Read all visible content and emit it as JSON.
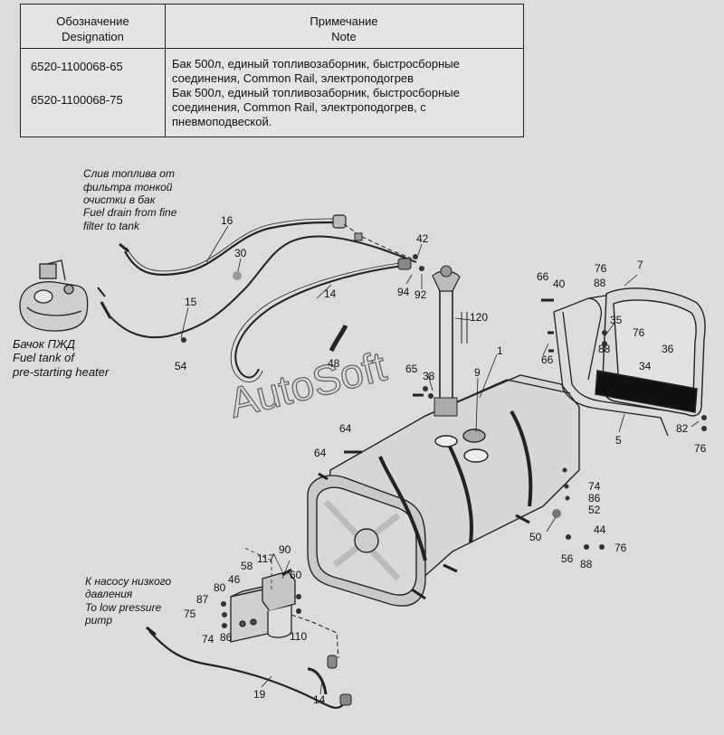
{
  "table": {
    "headers": {
      "designation_ru": "Обозначение",
      "designation_en": "Designation",
      "note_ru": "Примечание",
      "note_en": "Note"
    },
    "rows": [
      {
        "code": "6520-1100068-65",
        "note_lines": [
          "Бак 500л, единый топливозаборник, быстросборные",
          "соединения, Common Rail, электроподогрев"
        ]
      },
      {
        "code": "6520-1100068-75",
        "note_lines": [
          "Бак 500л, единый топливозаборник, быстросборные",
          "соединения, Common Rail, электроподогрев, с",
          "пневмоподвеской."
        ]
      }
    ]
  },
  "captions": {
    "fuel_drain": [
      "Слив топлива от",
      "фильтра тонкой",
      "очистки в бак",
      "Fuel drain from fine",
      "filter to tank"
    ],
    "heater_tank": [
      "Бачок ПЖД",
      "Fuel tank of",
      "pre-starting heater"
    ],
    "low_pressure": [
      "К насосу низкого",
      "давления",
      "To low pressure",
      "pump"
    ]
  },
  "watermark": "AutoSoft",
  "callouts": {
    "c16": "16",
    "c30": "30",
    "c15": "15",
    "c54": "54",
    "c42": "42",
    "c94": "94",
    "c92": "92",
    "c14a": "14",
    "c48": "48",
    "c120": "120",
    "c1": "1",
    "c65": "65",
    "c38": "38",
    "c9": "9",
    "c66a": "66",
    "c40": "40",
    "c76a": "76",
    "c88a": "88",
    "c7": "7",
    "c35": "35",
    "c88b": "88",
    "c76b": "76",
    "c36": "36",
    "c66b": "66",
    "c34": "34",
    "c5": "5",
    "c82": "82",
    "c76c": "76",
    "c64a": "64",
    "c64b": "64",
    "c74a": "74",
    "c86a": "86",
    "c52": "52",
    "c44": "44",
    "c50": "50",
    "c56": "56",
    "c88c": "88",
    "c76d": "76",
    "c117": "117",
    "c90": "90",
    "c58": "58",
    "c46": "46",
    "c60": "60",
    "c80": "80",
    "c87": "87",
    "c75": "75",
    "c74b": "74",
    "c86b": "86",
    "c110": "110",
    "c19": "19",
    "c14b": "14"
  }
}
